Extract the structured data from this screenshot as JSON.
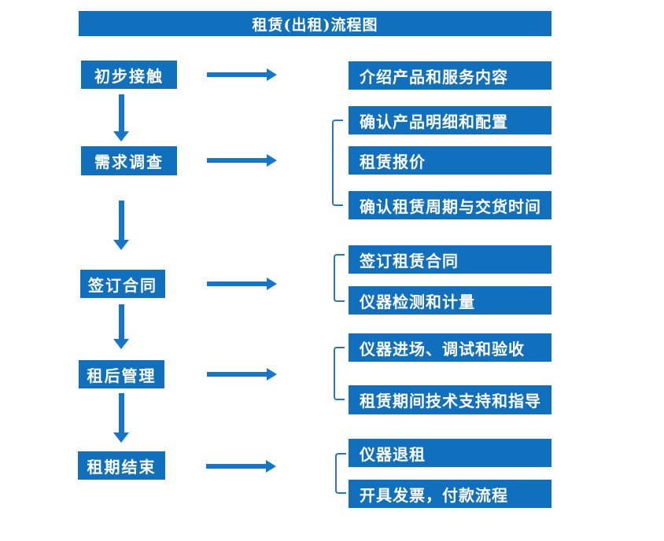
{
  "title": "租赁(出租)流程图",
  "colors": {
    "box_blue": "#1070BE",
    "arrow_blue": "#1476CA",
    "bracket_blue": "#2E75B6",
    "text_white": "#FFFFFF",
    "background": "#FFFFFF"
  },
  "flow": {
    "steps": [
      {
        "label": "初步接触",
        "details": [
          "介绍产品和服务内容"
        ]
      },
      {
        "label": "需求调查",
        "details": [
          "确认产品明细和配置",
          "租赁报价",
          "确认租赁周期与交货时间"
        ]
      },
      {
        "label": "签订合同",
        "details": [
          "签订租赁合同",
          "仪器检测和计量"
        ]
      },
      {
        "label": "租后管理",
        "details": [
          "仪器进场、调试和验收",
          "租赁期间技术支持和指导"
        ]
      },
      {
        "label": "租期结束",
        "details": [
          "仪器退租",
          "开具发票，付款流程"
        ]
      }
    ]
  }
}
